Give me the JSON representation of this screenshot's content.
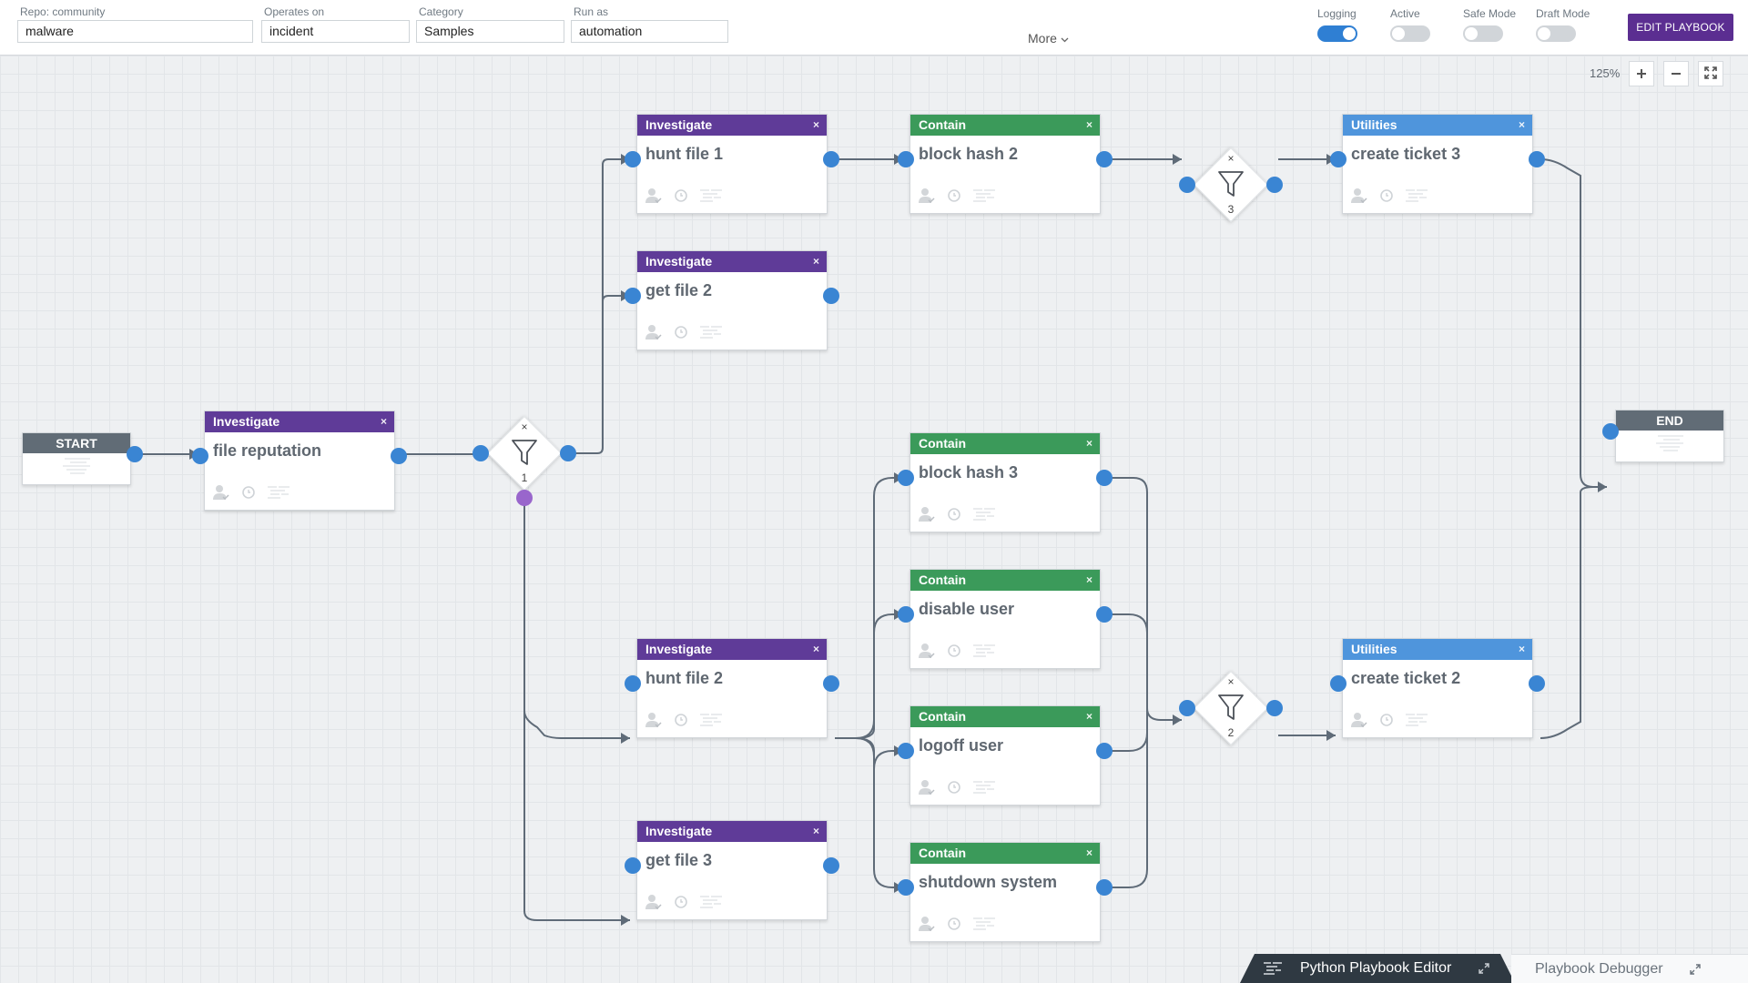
{
  "header": {
    "repo": {
      "label": "Repo: community",
      "value": "malware"
    },
    "operates_on": {
      "label": "Operates on",
      "value": "incident"
    },
    "category": {
      "label": "Category",
      "value": "Samples"
    },
    "run_as": {
      "label": "Run as",
      "value": "automation"
    },
    "more": "More",
    "toggles": [
      {
        "label": "Logging",
        "on": true
      },
      {
        "label": "Active",
        "on": false
      },
      {
        "label": "Safe Mode",
        "on": false
      },
      {
        "label": "Draft Mode",
        "on": false
      }
    ],
    "edit_button": "EDIT PLAYBOOK"
  },
  "canvas": {
    "zoom": "125%",
    "start": "START",
    "end": "END",
    "close_glyph": "×",
    "nodes": [
      {
        "id": "file-reputation",
        "category": "Investigate",
        "title": "file reputation"
      },
      {
        "id": "hunt-file-1",
        "category": "Investigate",
        "title": "hunt file 1"
      },
      {
        "id": "get-file-2",
        "category": "Investigate",
        "title": "get file 2"
      },
      {
        "id": "hunt-file-2",
        "category": "Investigate",
        "title": "hunt file 2"
      },
      {
        "id": "get-file-3",
        "category": "Investigate",
        "title": "get file 3"
      },
      {
        "id": "block-hash-2",
        "category": "Contain",
        "title": "block hash 2"
      },
      {
        "id": "block-hash-3",
        "category": "Contain",
        "title": "block hash 3"
      },
      {
        "id": "disable-user",
        "category": "Contain",
        "title": "disable user"
      },
      {
        "id": "logoff-user",
        "category": "Contain",
        "title": "logoff user"
      },
      {
        "id": "shutdown-system",
        "category": "Contain",
        "title": "shutdown system"
      },
      {
        "id": "create-ticket-3",
        "category": "Utilities",
        "title": "create ticket 3"
      },
      {
        "id": "create-ticket-2",
        "category": "Utilities",
        "title": "create ticket 2"
      }
    ],
    "filters": [
      {
        "id": "filter-1",
        "number": "1"
      },
      {
        "id": "filter-3",
        "number": "3"
      },
      {
        "id": "filter-2",
        "number": "2"
      }
    ]
  },
  "colors": {
    "Investigate": "#5f3b98",
    "Contain": "#3b9a5a",
    "Utilities": "#4f95dc",
    "port": "#3a85d3",
    "edit_button": "#5b2e91"
  },
  "panels": {
    "python_editor": "Python Playbook Editor",
    "debugger": "Playbook Debugger"
  }
}
